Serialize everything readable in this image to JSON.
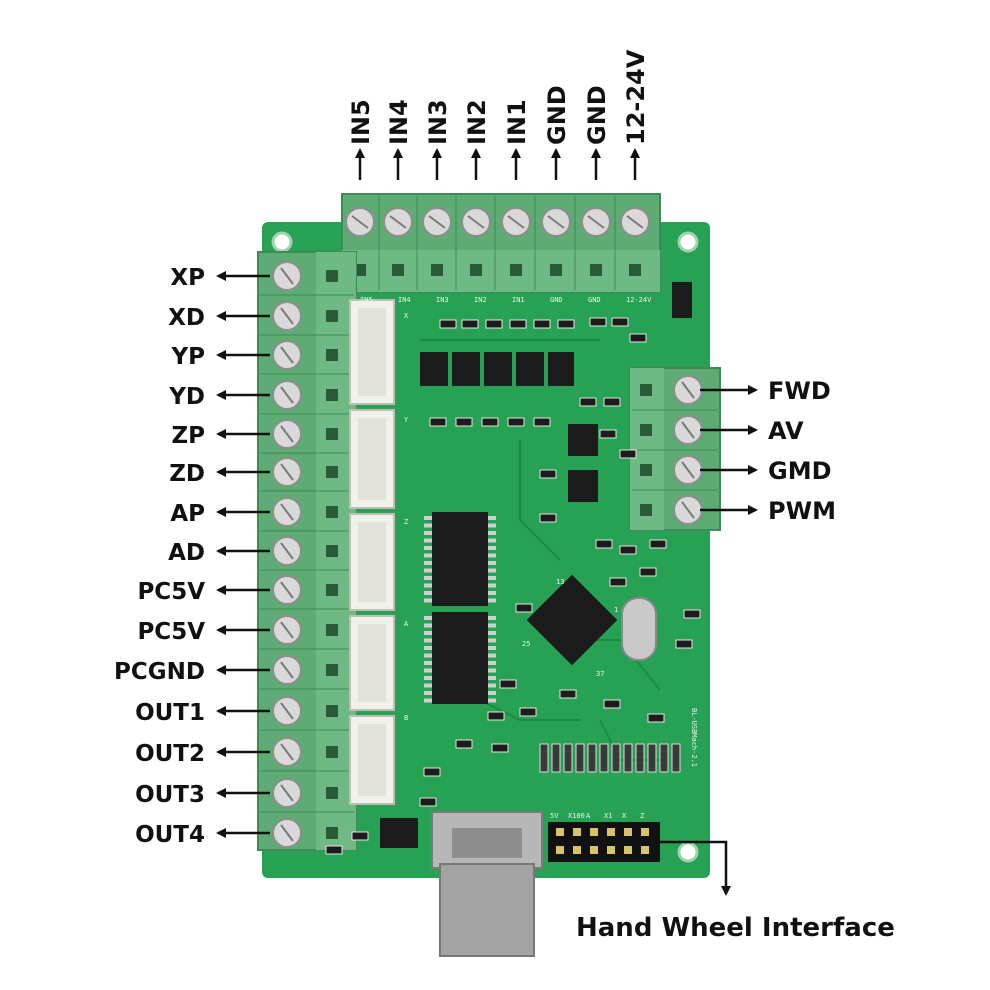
{
  "colors": {
    "pcb": "#27a153",
    "pcb_dark": "#1d8a44",
    "terminal": "#5eac74",
    "terminal_dark": "#3f8a57",
    "connector": "#f1f1ec",
    "chip": "#1c1c1c",
    "arrow": "#111111",
    "usb": "#9a9a9a"
  },
  "top_terminals": [
    "IN5",
    "IN4",
    "IN3",
    "IN2",
    "IN1",
    "GND",
    "GND",
    "12-24V"
  ],
  "left_terminals": [
    "XP",
    "XD",
    "YP",
    "YD",
    "ZP",
    "ZD",
    "AP",
    "AD",
    "PC5V",
    "PC5V",
    "PCGND",
    "OUT1",
    "OUT2",
    "OUT3",
    "OUT4"
  ],
  "right_terminals": [
    "FWD",
    "AV",
    "GMD",
    "PWM"
  ],
  "bottom_label": "Hand Wheel Interface",
  "silkscreen": {
    "top_row": [
      "IN5",
      "IN4",
      "IN3",
      "IN2",
      "IN1",
      "GND",
      "GND",
      "12-24V"
    ],
    "axis_letters": [
      "X",
      "Y",
      "Z",
      "A",
      "B"
    ],
    "chip_numbers": [
      "13",
      "25",
      "1",
      "37"
    ],
    "board_id": "BL-USBMach-2.1",
    "hw_header": [
      "5V",
      "X100",
      "A",
      "X1",
      "X",
      "Z"
    ]
  }
}
